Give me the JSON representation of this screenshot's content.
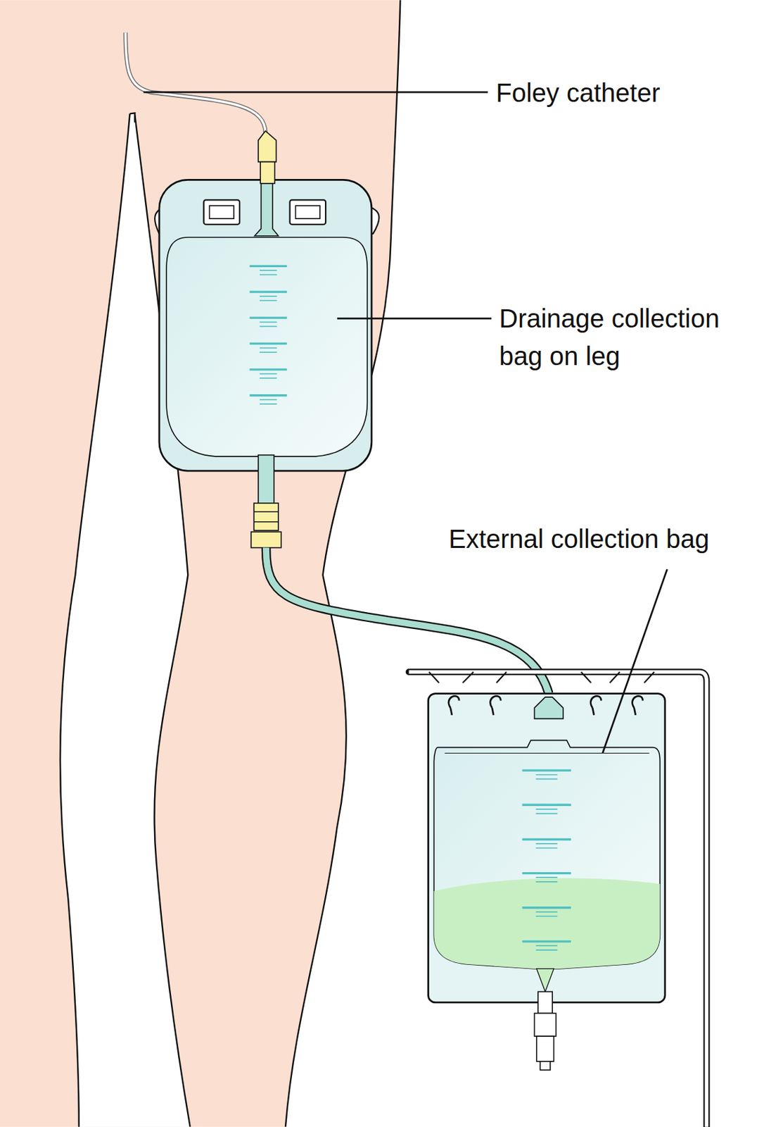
{
  "diagram": {
    "labels": [
      "Foley catheter",
      "Drainage collection bag on leg",
      "External collection bag"
    ]
  }
}
